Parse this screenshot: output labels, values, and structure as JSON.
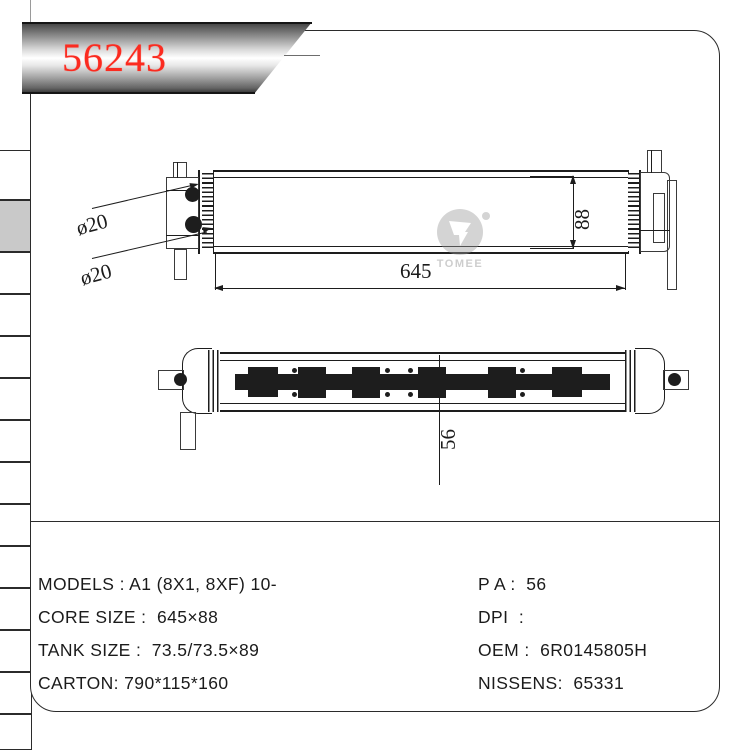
{
  "banner": {
    "code": "56243"
  },
  "watermark": {
    "logo_name": "tomee-logo-icon",
    "brand_text": "TOMEE"
  },
  "drawing": {
    "front_view": {
      "dim_width": "645",
      "dim_height": "88",
      "port_upper": "ø20",
      "port_lower": "ø20"
    },
    "top_view": {
      "dim_depth": "56"
    }
  },
  "specs": {
    "left": [
      "MODELS : A1 (8X1, 8XF) 10-",
      "CORE SIZE :  645×88",
      "TANK SIZE :  73.5/73.5×89",
      "CARTON: 790*115*160"
    ],
    "right": [
      "P A :  56",
      "DPI  :",
      "OEM :  6R0145805H",
      "NISSENS:  65331"
    ]
  },
  "tabs": {
    "count": 13,
    "active_index": 1,
    "active_color": "#c9c9c9"
  },
  "colors": {
    "code_red": "#fb2b20",
    "line": "#1d1d1d",
    "frame": "#2b2b2b"
  }
}
